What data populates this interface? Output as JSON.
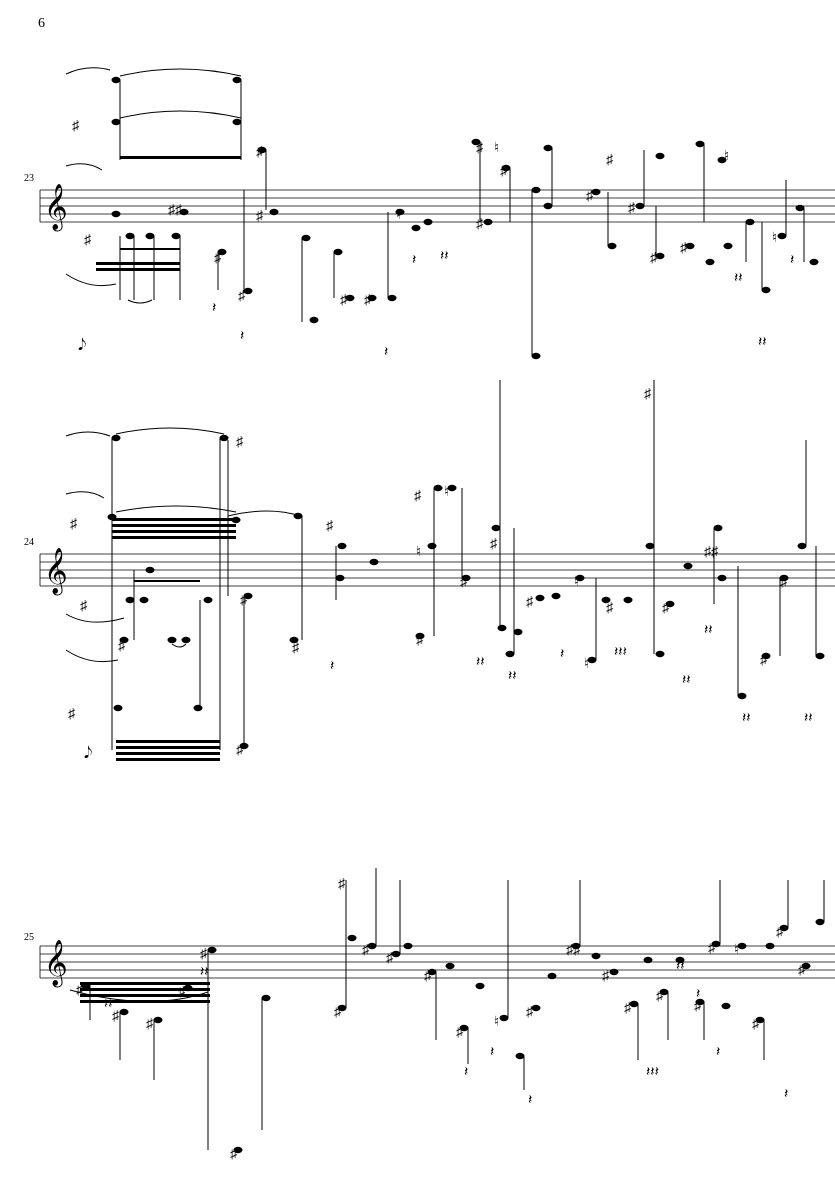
{
  "page": {
    "number": "6"
  },
  "systems": [
    {
      "number": "23",
      "clef": "treble"
    },
    {
      "number": "24",
      "clef": "treble"
    },
    {
      "number": "25",
      "clef": "treble"
    }
  ],
  "colors": {
    "ink": "#000000",
    "paper": "#ffffff"
  }
}
